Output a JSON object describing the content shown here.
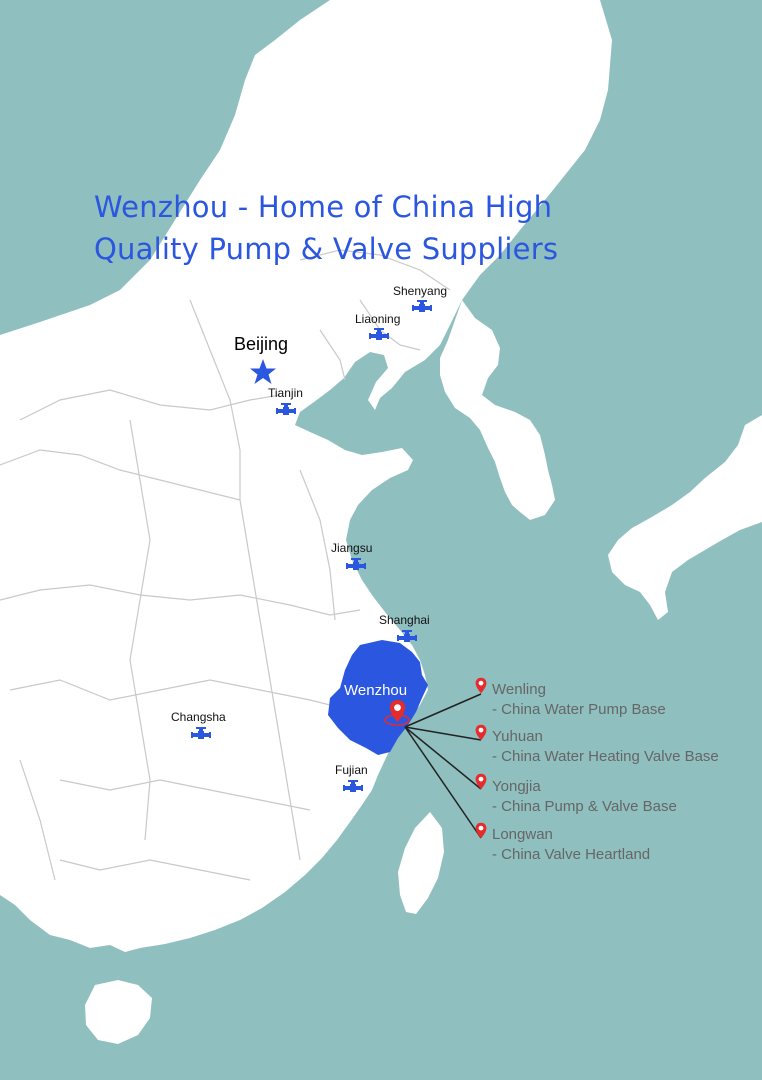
{
  "title": {
    "line1": "Wenzhou - Home of China High",
    "line2": "Quality Pump & Valve Suppliers"
  },
  "colors": {
    "sea": "#8fbfbf",
    "land": "#ffffff",
    "border": "#c9c9c9",
    "highlight": "#2b56e0",
    "marker": "#e52b2b",
    "legend_text": "#666666"
  },
  "capital": {
    "name": "Beijing",
    "icon": "star-icon"
  },
  "cities": [
    {
      "key": "shenyang",
      "name": "Shenyang",
      "icon": "valve-icon"
    },
    {
      "key": "liaoning",
      "name": "Liaoning",
      "icon": "valve-icon"
    },
    {
      "key": "tianjin",
      "name": "Tianjin",
      "icon": "valve-icon"
    },
    {
      "key": "jiangsu",
      "name": "Jiangsu",
      "icon": "valve-icon"
    },
    {
      "key": "shanghai",
      "name": "Shanghai",
      "icon": "valve-icon"
    },
    {
      "key": "changsha",
      "name": "Changsha",
      "icon": "valve-icon"
    },
    {
      "key": "fujian",
      "name": "Fujian",
      "icon": "valve-icon"
    }
  ],
  "highlight_region": {
    "name": "Wenzhou"
  },
  "bases": [
    {
      "name": "Wenling",
      "desc": "- China Water Pump Base",
      "icon": "map-pin-icon"
    },
    {
      "name": "Yuhuan",
      "desc": "- China Water Heating Valve Base",
      "icon": "map-pin-icon"
    },
    {
      "name": "Yongjia",
      "desc": "- China Pump & Valve Base",
      "icon": "map-pin-icon"
    },
    {
      "name": "Longwan",
      "desc": "- China Valve Heartland",
      "icon": "map-pin-icon"
    }
  ]
}
